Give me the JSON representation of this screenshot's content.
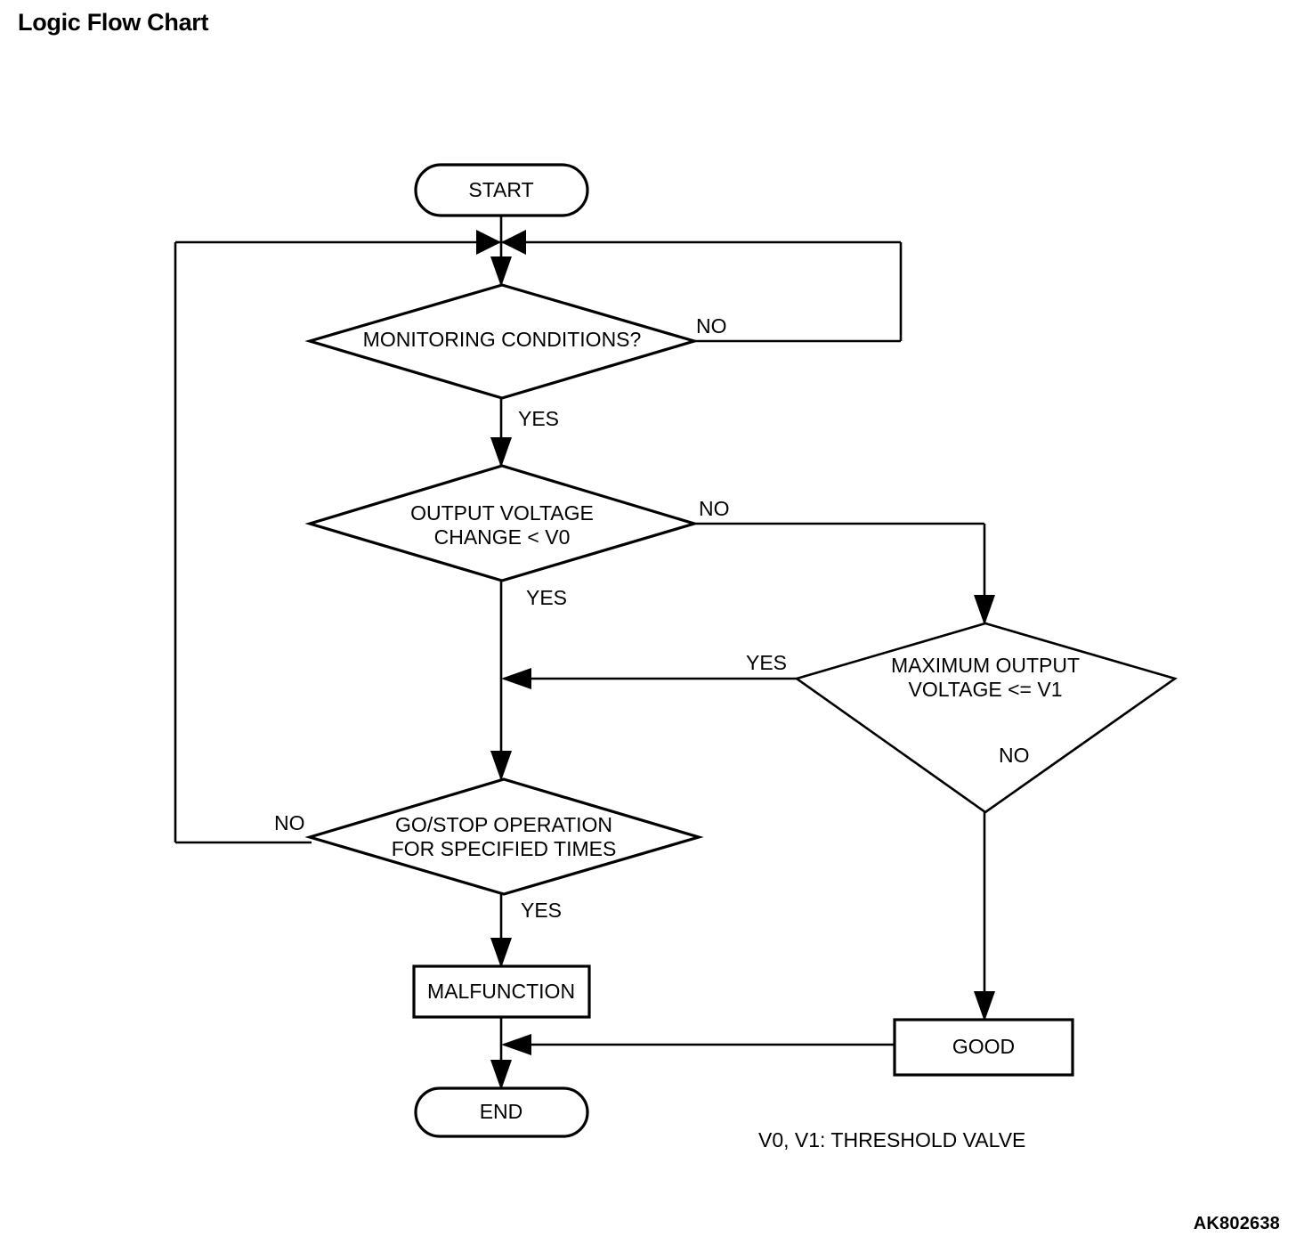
{
  "page": {
    "title": "Logic Flow Chart",
    "reference_code": "AK802638",
    "legend": "V0, V1: THRESHOLD VALVE"
  },
  "chart_data": {
    "type": "diagram",
    "title": "Logic Flow Chart",
    "nodes": [
      {
        "id": "start",
        "shape": "terminator",
        "label": "START"
      },
      {
        "id": "monitoring",
        "shape": "decision",
        "label": "MONITORING CONDITIONS?"
      },
      {
        "id": "outvolt",
        "shape": "decision",
        "label_line1": "OUTPUT VOLTAGE",
        "label_line2": "CHANGE < V0"
      },
      {
        "id": "maxvolt",
        "shape": "decision",
        "label_line1": "MAXIMUM OUTPUT",
        "label_line2": "VOLTAGE <= V1"
      },
      {
        "id": "gostop",
        "shape": "decision",
        "label_line1": "GO/STOP OPERATION",
        "label_line2": "FOR SPECIFIED TIMES"
      },
      {
        "id": "malfunction",
        "shape": "process",
        "label": "MALFUNCTION"
      },
      {
        "id": "good",
        "shape": "process",
        "label": "GOOD"
      },
      {
        "id": "end",
        "shape": "terminator",
        "label": "END"
      }
    ],
    "edges": [
      {
        "from": "start",
        "to": "monitoring",
        "label": ""
      },
      {
        "from": "monitoring",
        "to": "start_join",
        "label": "NO"
      },
      {
        "from": "monitoring",
        "to": "outvolt",
        "label": "YES"
      },
      {
        "from": "outvolt",
        "to": "maxvolt",
        "label": "NO"
      },
      {
        "from": "outvolt",
        "to": "gostop",
        "label": "YES"
      },
      {
        "from": "maxvolt",
        "to": "gostop",
        "label": "YES"
      },
      {
        "from": "maxvolt",
        "to": "good",
        "label": "NO"
      },
      {
        "from": "gostop",
        "to": "start_join",
        "label": "NO"
      },
      {
        "from": "gostop",
        "to": "malfunction",
        "label": "YES"
      },
      {
        "from": "malfunction",
        "to": "end",
        "label": ""
      },
      {
        "from": "good",
        "to": "end",
        "label": ""
      }
    ],
    "edge_labels": {
      "monitoring_no": "NO",
      "monitoring_yes": "YES",
      "outvolt_no": "NO",
      "outvolt_yes": "YES",
      "maxvolt_yes": "YES",
      "maxvolt_no": "NO",
      "gostop_no": "NO",
      "gostop_yes": "YES"
    },
    "colors": {
      "stroke": "#000000",
      "fill": "#ffffff",
      "text": "#000000"
    }
  }
}
